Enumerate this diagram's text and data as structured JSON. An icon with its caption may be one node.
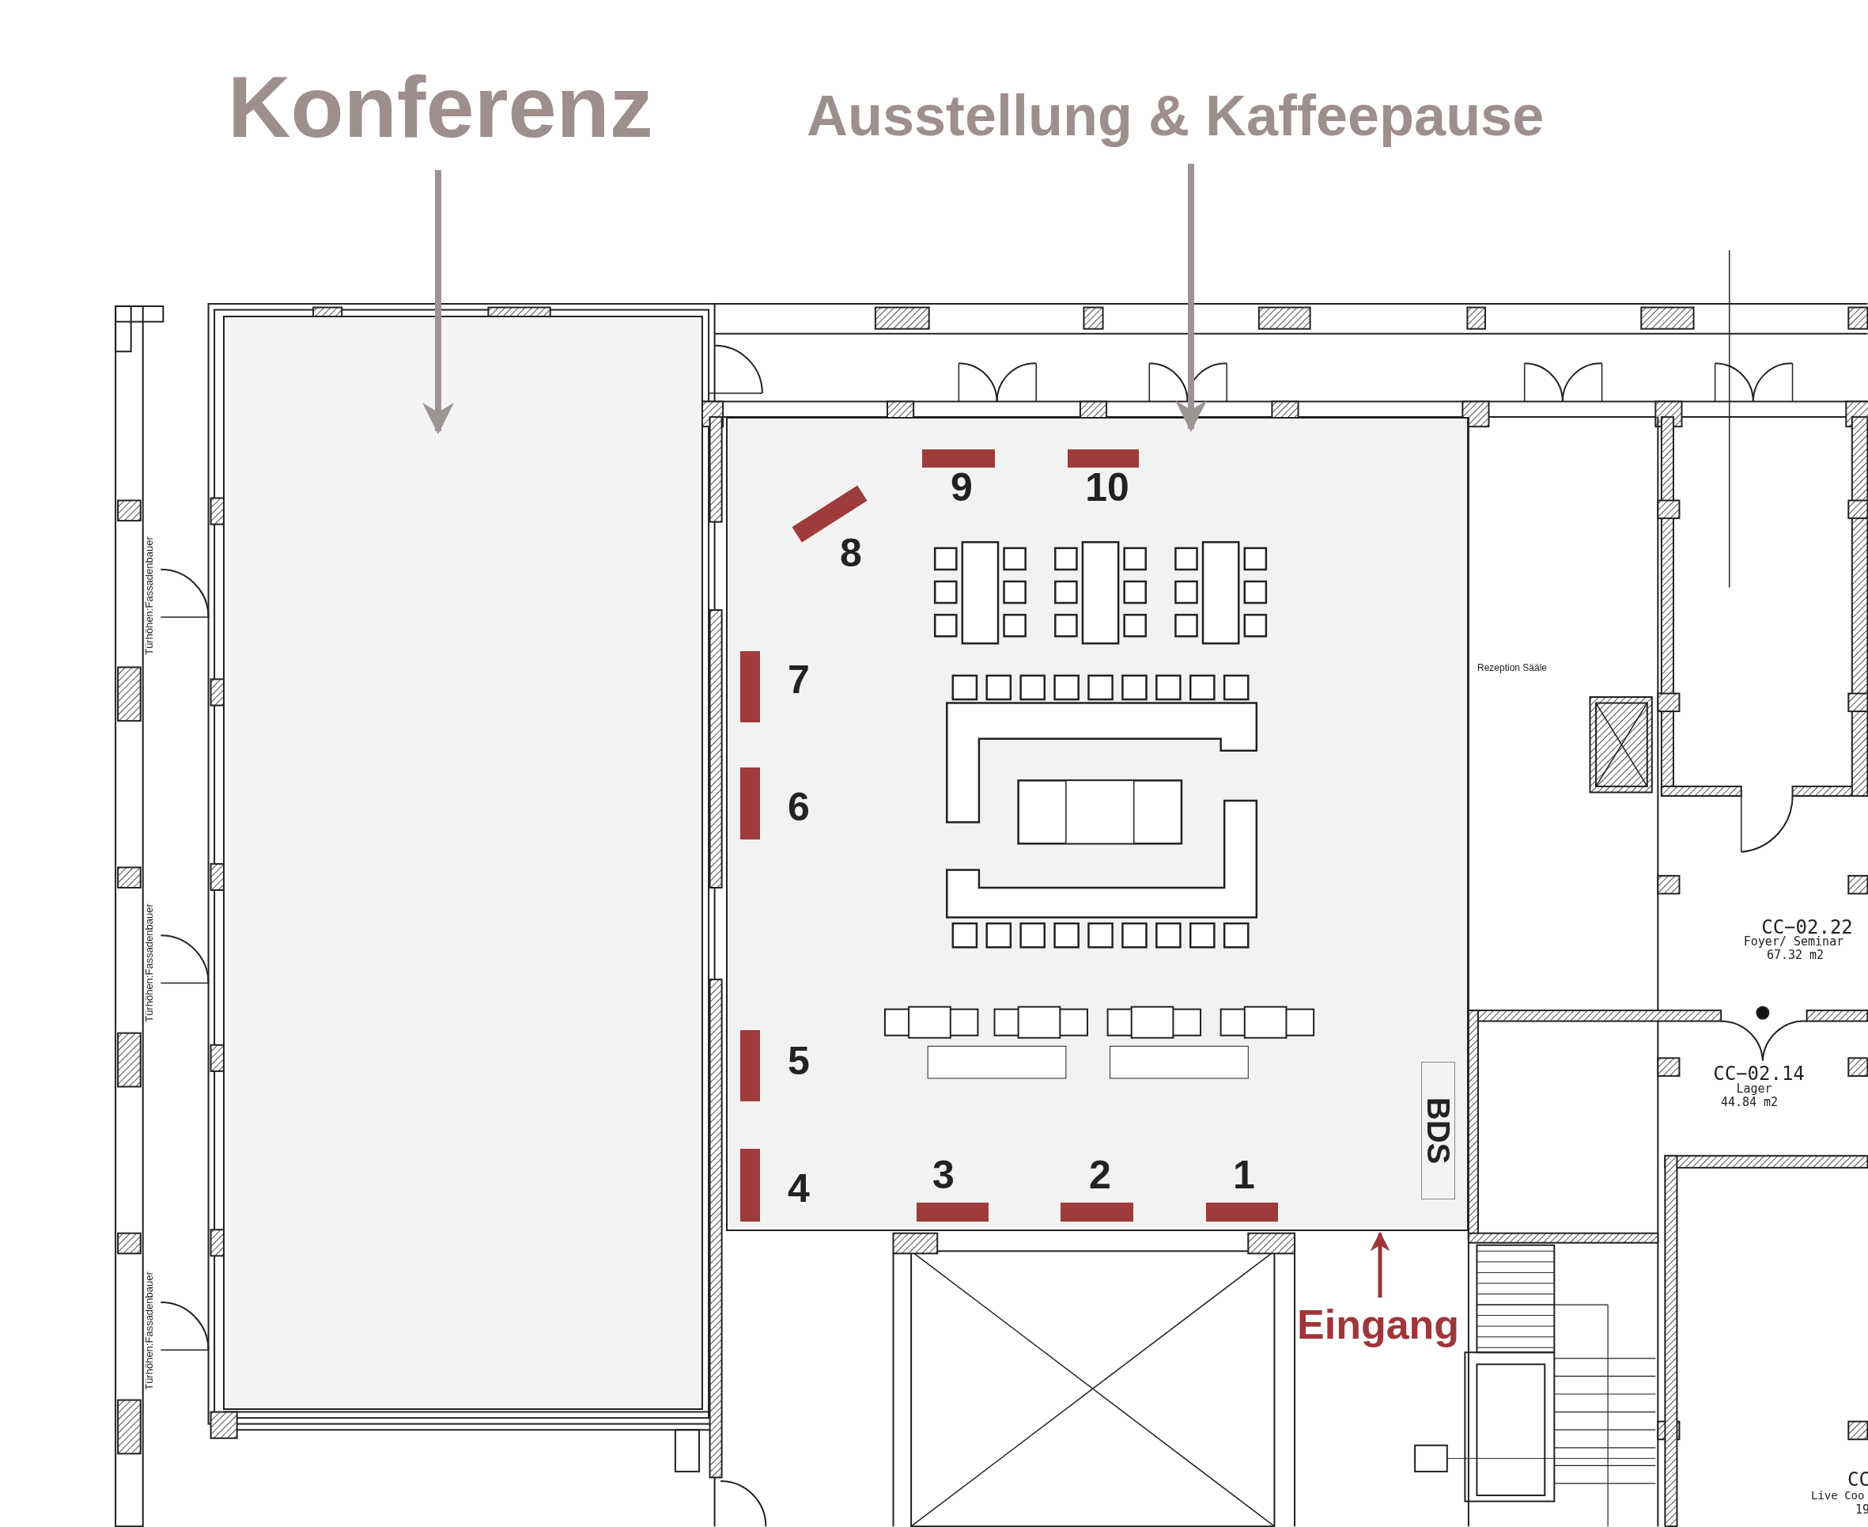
{
  "diagram": {
    "nodes": [
      {
        "text": [
          "Konferenz"
        ]
      },
      {
        "text": [
          "Ausstellung & Kaffeepause"
        ]
      },
      {
        "text": [],
        "shape": "box"
      },
      {
        "text": [],
        "shape": "box"
      },
      {
        "text": [
          "9"
        ],
        "in": 3
      },
      {
        "text": [
          "10"
        ],
        "in": 3
      },
      {
        "text": [
          "8"
        ],
        "in": 3
      },
      {
        "text": [
          "7"
        ],
        "in": 3
      },
      {
        "text": [
          "6"
        ],
        "in": 3
      },
      {
        "text": [
          "5"
        ],
        "in": 3
      },
      {
        "text": [
          "4"
        ],
        "in": 3
      },
      {
        "text": [
          "3"
        ],
        "in": 3
      },
      {
        "text": [
          "2"
        ],
        "in": 3
      },
      {
        "text": [
          "1"
        ],
        "in": 3
      },
      {
        "text": [
          "BDS"
        ],
        "in": 3
      },
      {
        "text": [
          "Eingang"
        ]
      }
    ],
    "edges": [
      {
        "from": 0,
        "to": 2,
        "arrow": "to"
      },
      {
        "from": 1,
        "to": 3,
        "arrow": "to"
      },
      {
        "from": 15,
        "to": 3,
        "arrow": "to",
        "color": "#a0363a"
      }
    ],
    "labels": [
      "Türhöhen:Fassadenbauer",
      "Rezeption Sääle",
      "CC−02.22",
      "Foyer/ Seminar",
      "67.32 m2",
      "Türhöhen:Fassadenbauer",
      "CC−02.14",
      "Lager",
      "44.84 m2",
      "Türhöhen:Fassadenbauer",
      "CC",
      "Live Coo",
      "19"
    ]
  }
}
